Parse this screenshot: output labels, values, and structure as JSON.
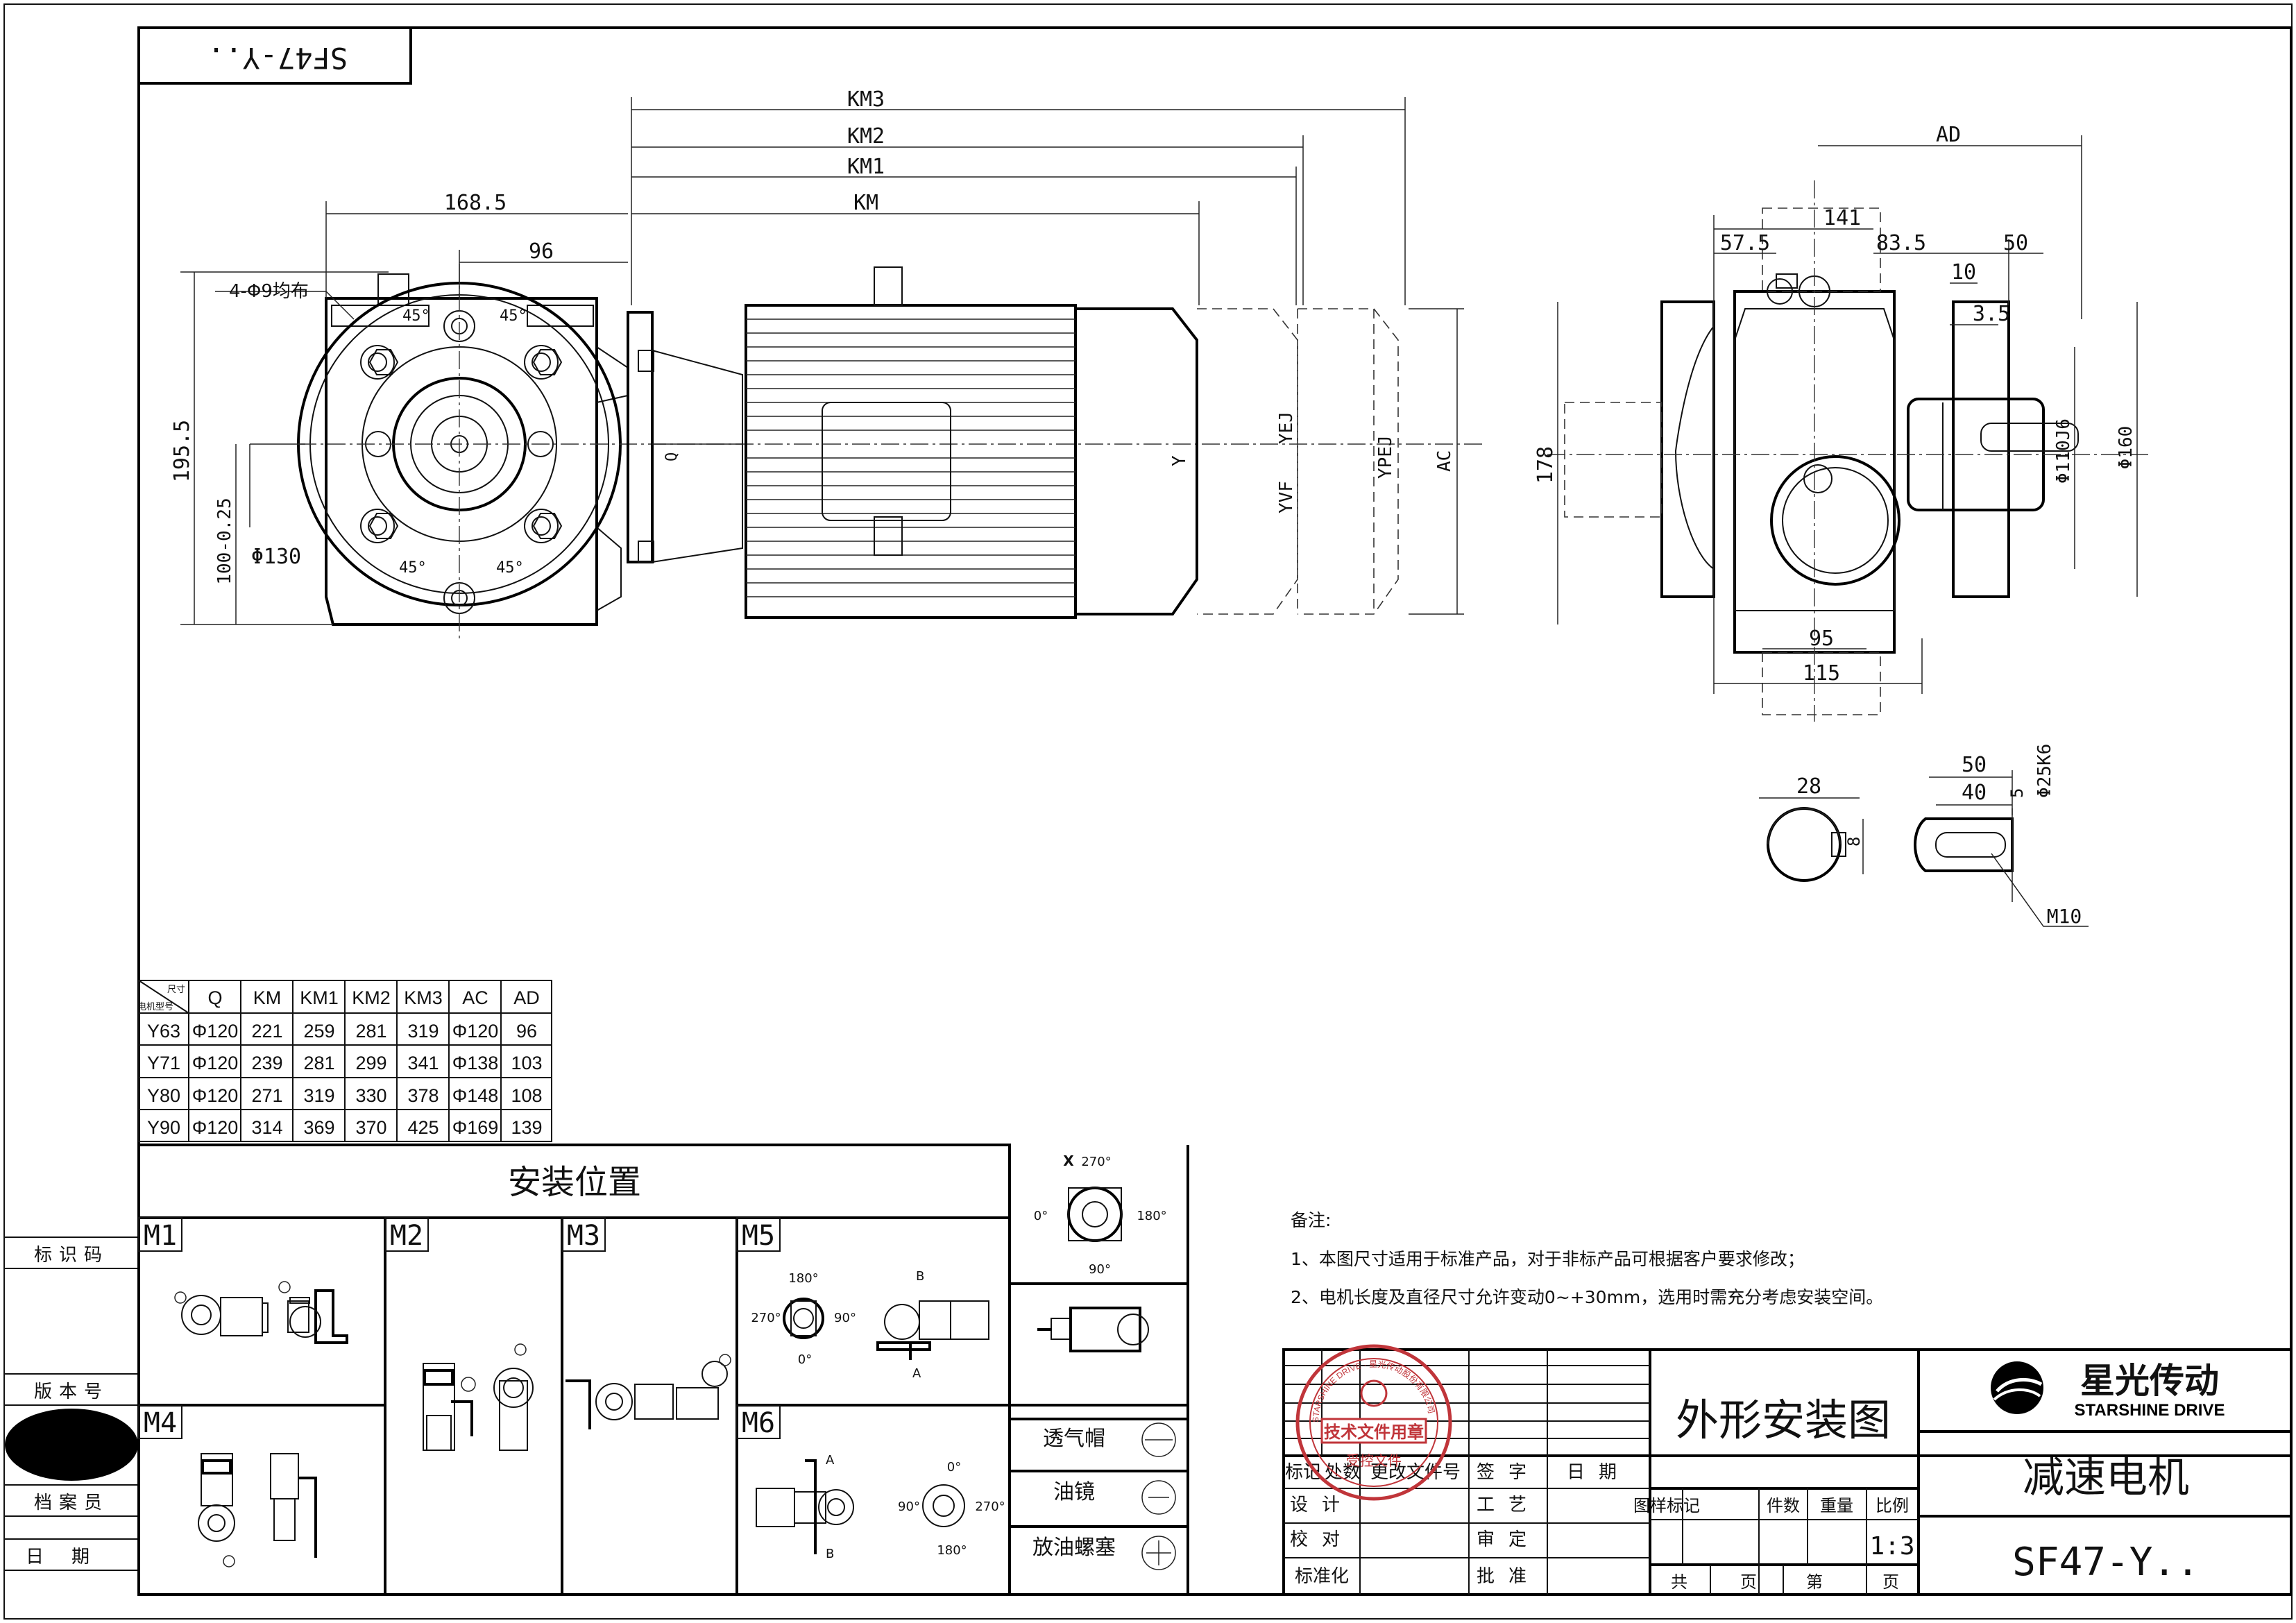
{
  "drawing": {
    "code_box": "SF47-Y..",
    "title_main": "外形安装图",
    "product_name": "减速电机",
    "model": "SF47-Y..",
    "scale": "1:3",
    "brand_cn": "星光传动",
    "brand_en": "STARSHINE DRIVE"
  },
  "dimensions": {
    "front": {
      "km3": "KM3",
      "km2": "KM2",
      "km1": "KM1",
      "km": "KM",
      "d168": "168.5",
      "d96": "96",
      "holes": "4-Φ9均布",
      "h195": "195.5",
      "h100": "100-0.25",
      "d130": "Φ130",
      "deg45a": "45°",
      "deg45b": "45°",
      "deg45c": "45°",
      "deg45d": "45°",
      "q": "Q",
      "y": "Y",
      "yvf": "YVF",
      "yej": "YEJ",
      "ypej": "YPEJ",
      "ac": "AC"
    },
    "side": {
      "ad": "AD",
      "d141": "141",
      "d57": "57.5",
      "d83": "83.5",
      "d50": "50",
      "d10": "10",
      "d35": "3.5",
      "h178": "178",
      "d110": "Φ110J6",
      "d160": "Φ160",
      "d95": "95",
      "d115": "115"
    },
    "shaft": {
      "d28": "28",
      "d8": "8",
      "d50": "50",
      "d40": "40",
      "d5": "5",
      "d25": "Φ25K6",
      "m10": "M10"
    }
  },
  "motor_table": {
    "corner_top": "尺寸",
    "corner_bottom": "电机型号",
    "headers": [
      "Q",
      "KM",
      "KM1",
      "KM2",
      "KM3",
      "AC",
      "AD"
    ],
    "rows": [
      [
        "Y63",
        "Φ120",
        "221",
        "259",
        "281",
        "319",
        "Φ120",
        "96"
      ],
      [
        "Y71",
        "Φ120",
        "239",
        "281",
        "299",
        "341",
        "Φ138",
        "103"
      ],
      [
        "Y80",
        "Φ120",
        "271",
        "319",
        "330",
        "378",
        "Φ148",
        "108"
      ],
      [
        "Y90",
        "Φ120",
        "314",
        "369",
        "370",
        "425",
        "Φ169",
        "139"
      ]
    ]
  },
  "mounting": {
    "title": "安装位置",
    "positions": [
      "M1",
      "M2",
      "M3",
      "M4",
      "M5",
      "M6"
    ],
    "angles": {
      "a270": "270°",
      "a180": "180°",
      "a0": "0°",
      "a90": "90°",
      "x": "X",
      "m5_180": "180°",
      "m5_270": "270°",
      "m5_90": "90°",
      "m5_0": "0°",
      "m5_b": "B",
      "m5_a": "A",
      "m6_0": "0°",
      "m6_90": "90°",
      "m6_270": "270°",
      "m6_180": "180°",
      "m6_a": "A",
      "m6_b": "B"
    },
    "legend": [
      "透气帽",
      "油镜",
      "放油螺塞"
    ]
  },
  "notes": {
    "title": "备注:",
    "lines": [
      "1、本图尺寸适用于标准产品，对于非标产品可根据客户要求修改；",
      "2、电机长度及直径尺寸允许变动0~+30mm，选用时需充分考虑安装空间。"
    ]
  },
  "side_labels": [
    "标识码",
    "版本号",
    "档案员",
    "日期"
  ],
  "title_block": {
    "rev_headers": [
      "标记",
      "处数",
      "更改文件号",
      "签字",
      "日期"
    ],
    "rows_left": [
      "设计",
      "校对",
      "标准化"
    ],
    "rows_mid": [
      "工艺",
      "审定",
      "批准"
    ],
    "attr_headers": [
      "图样标记",
      "件数",
      "重量",
      "比例"
    ],
    "sheet_of": [
      "共",
      "页",
      "第",
      "页"
    ],
    "stamp_main": "技术文件用章",
    "stamp_sub": "受控文件",
    "stamp_ring": "STARSHINE DRIVE · 星光传动股份有限公司"
  }
}
